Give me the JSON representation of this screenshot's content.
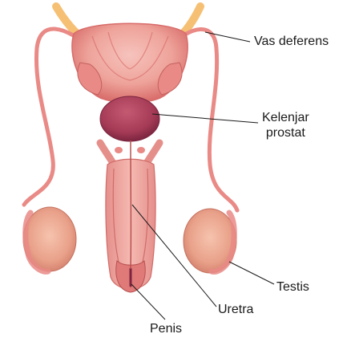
{
  "labels": {
    "vas_deferens": "Vas deferens",
    "prostate_line1": "Kelenjar",
    "prostate_line2": "prostat",
    "testis": "Testis",
    "urethra": "Uretra",
    "penis": "Penis"
  },
  "colors": {
    "tissue": "#eea39a",
    "tissue_dark": "#d86c6a",
    "vas_tube": "#e98a86",
    "ureter": "#f6c074",
    "prostate": "#a43a55",
    "testis": "#e9a18a",
    "leader_line": "#1a1a1a"
  }
}
